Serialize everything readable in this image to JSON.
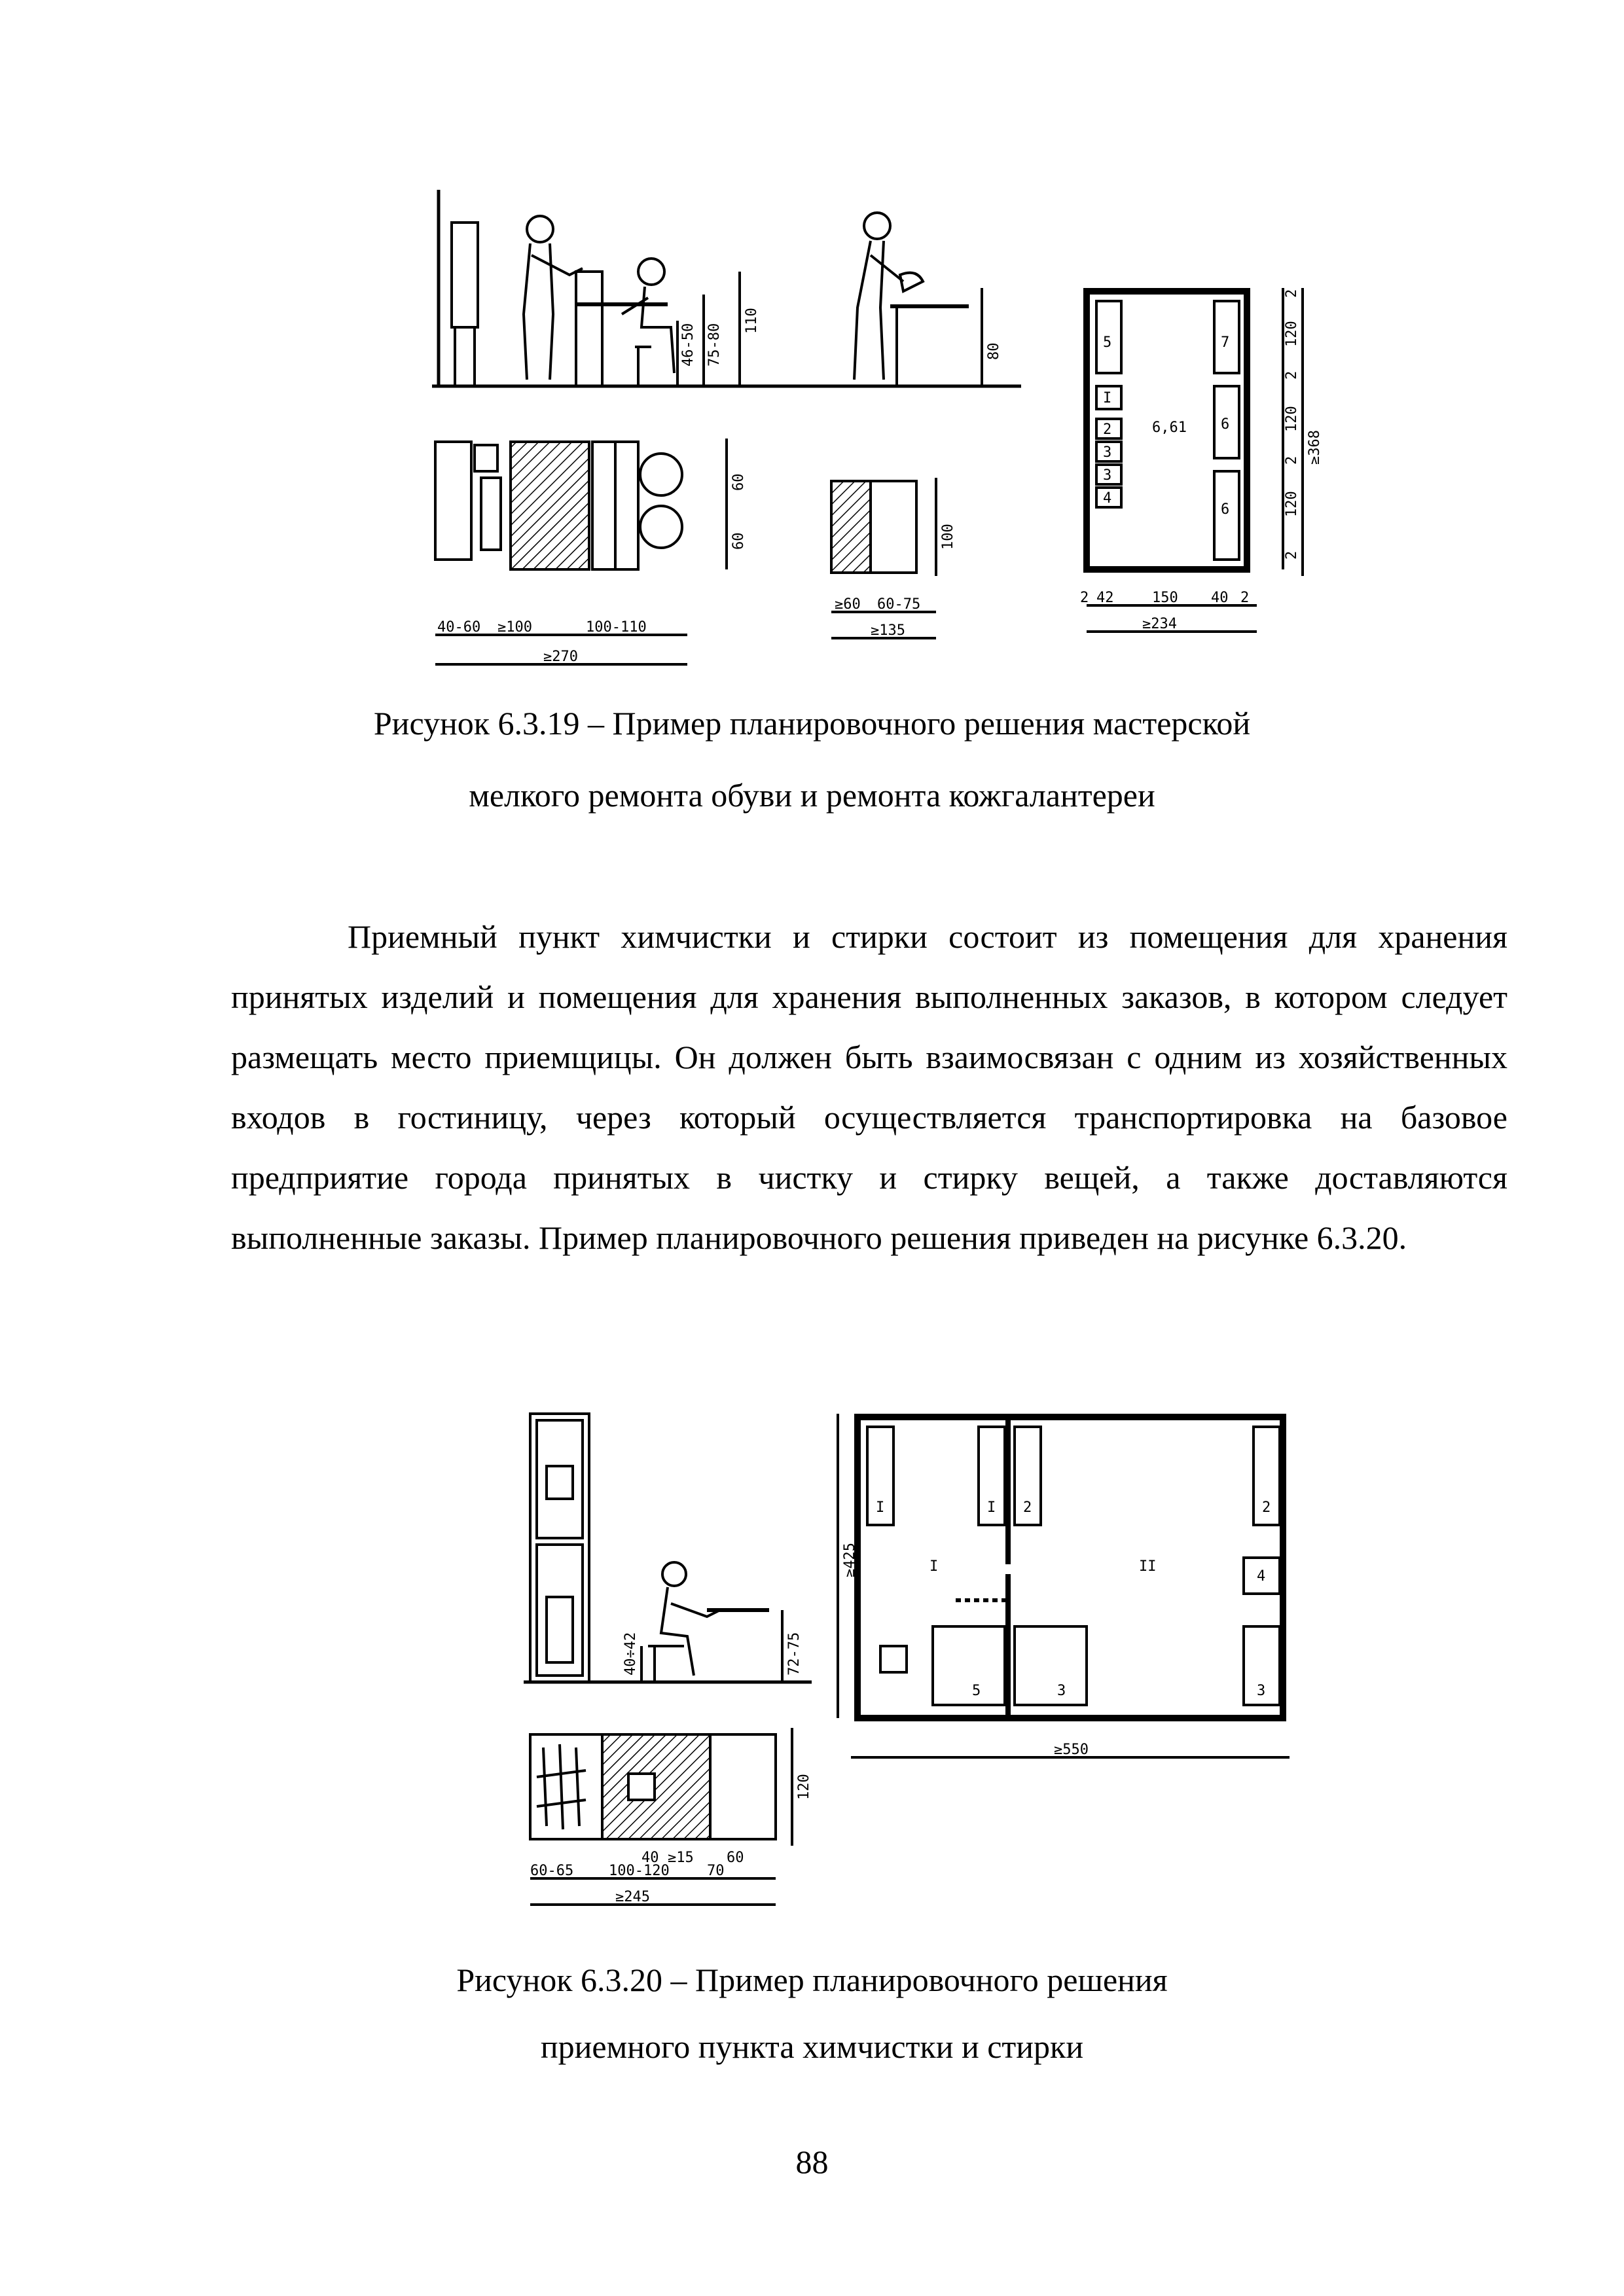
{
  "figure_top": {
    "caption_line1": "Рисунок 6.3.19 – Пример планировочного решения мастерской",
    "caption_line2": "мелкого ремонта обуви и ремонта кожгалантереи",
    "labels": {
      "h1": "46-50",
      "h2": "75-80",
      "h3": "110",
      "h4": "80",
      "plan_v1": "60",
      "plan_v2": "60",
      "plan_d1": "40-60",
      "plan_d2": "≥100",
      "plan_d3": "100-110",
      "plan_total": "≥270",
      "p2_v": "100",
      "p2_d1": "≥60",
      "p2_d2": "60-75",
      "p2_total": "≥135",
      "room_area": "6,61",
      "room_items": [
        "5",
        "I",
        "2",
        "3",
        "3",
        "4",
        "7",
        "6",
        "6"
      ],
      "room_v": [
        "2",
        "120",
        "2",
        "120",
        "2",
        "120",
        "2"
      ],
      "room_v_total": "≥368",
      "room_h": [
        "2",
        "42",
        "150",
        "40",
        "2"
      ],
      "room_h_total": "≥234"
    }
  },
  "body_text": "Приемный пункт химчистки и стирки состоит из помещения для хранения принятых изделий и помещения для хранения выполненных заказов, в котором следует размещать место приемщицы. Он должен быть взаимосвязан с одним из хозяйственных входов в гостиницу, через который осуществляется транспортировка на базовое предприятие города принятых в чистку и стирку вещей, а также доставляются выполненные заказы. Пример планировочного решения приведен на рисунке 6.3.20.",
  "figure_bottom": {
    "caption_line1": "Рисунок 6.3.20 –  Пример планировочного решения",
    "caption_line2": "приемного пункта химчистки и стирки",
    "labels": {
      "h_seat": "40÷42",
      "h_table": "72-75",
      "plan_v": "120",
      "plan_d_top1": "40",
      "plan_d_top2": "≥15",
      "plan_d_top3": "60",
      "plan_d1": "60-65",
      "plan_d2": "100-120",
      "plan_d3": "70",
      "plan_total": "≥245",
      "room_v": "≥425",
      "room_h": "≥550",
      "zone_1": "I",
      "zone_2": "II",
      "items": [
        "I",
        "I",
        "2",
        "2",
        "4",
        "5",
        "3",
        "3"
      ]
    }
  },
  "page_number": "88"
}
